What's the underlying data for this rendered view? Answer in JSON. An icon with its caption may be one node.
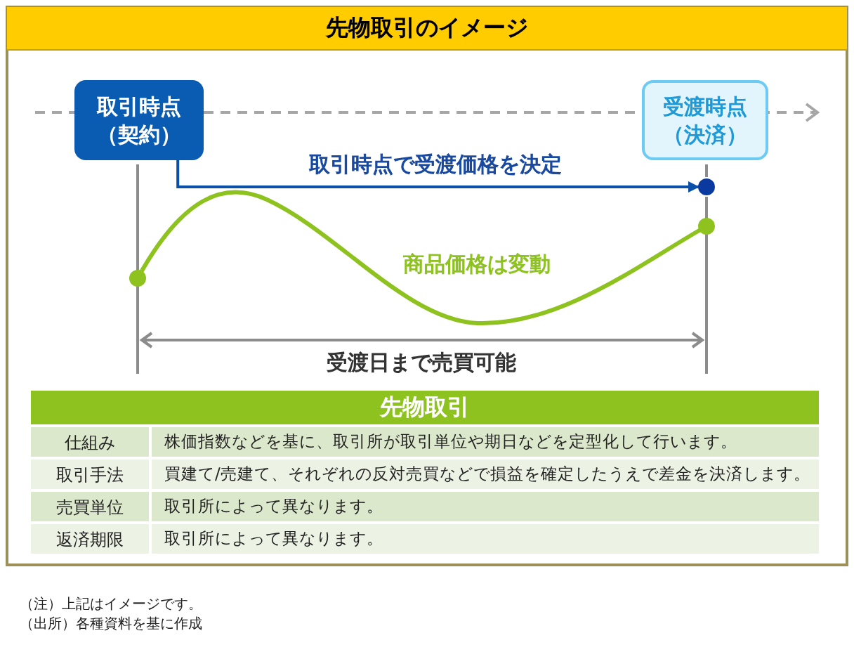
{
  "diagram": {
    "title": "先物取引のイメージ",
    "nodes": [
      {
        "text": [
          "取引時点（契約）"
        ]
      },
      {
        "text": [
          "受渡時点（決済）"
        ]
      },
      {
        "text": [],
        "shape": "circle"
      }
    ],
    "edges": [
      {
        "from": 0,
        "to": 2,
        "arrow": "to",
        "label": "取引時点で受渡価格を決定"
      }
    ],
    "labels": [
      "商品価格は変動",
      "受渡日まで売買可能",
      "先物取引",
      "仕組み",
      "株価指数などを基に、取引所が取引単位や期日などを定型化して行います。",
      "取引手法",
      "買建て/売建て、それぞれの反対売買などで損益を確定したうえで差金を決済します。",
      "売買単位",
      "取引所によって異なります。",
      "返済期限",
      "取引所によって異なります。",
      "（注）上記はイメージです。",
      "（出所）各種資料を基に作成"
    ]
  }
}
